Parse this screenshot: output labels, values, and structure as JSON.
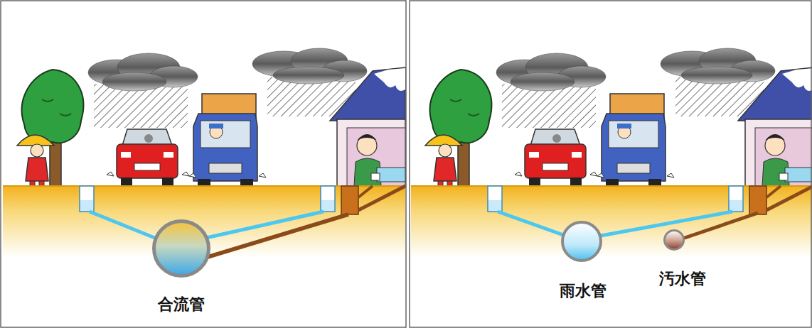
{
  "diagram": {
    "nodes": [
      {
        "text": [
          "合流管"
        ]
      },
      {
        "text": [
          "雨水管"
        ]
      },
      {
        "text": [
          "汚水管"
        ]
      }
    ]
  }
}
